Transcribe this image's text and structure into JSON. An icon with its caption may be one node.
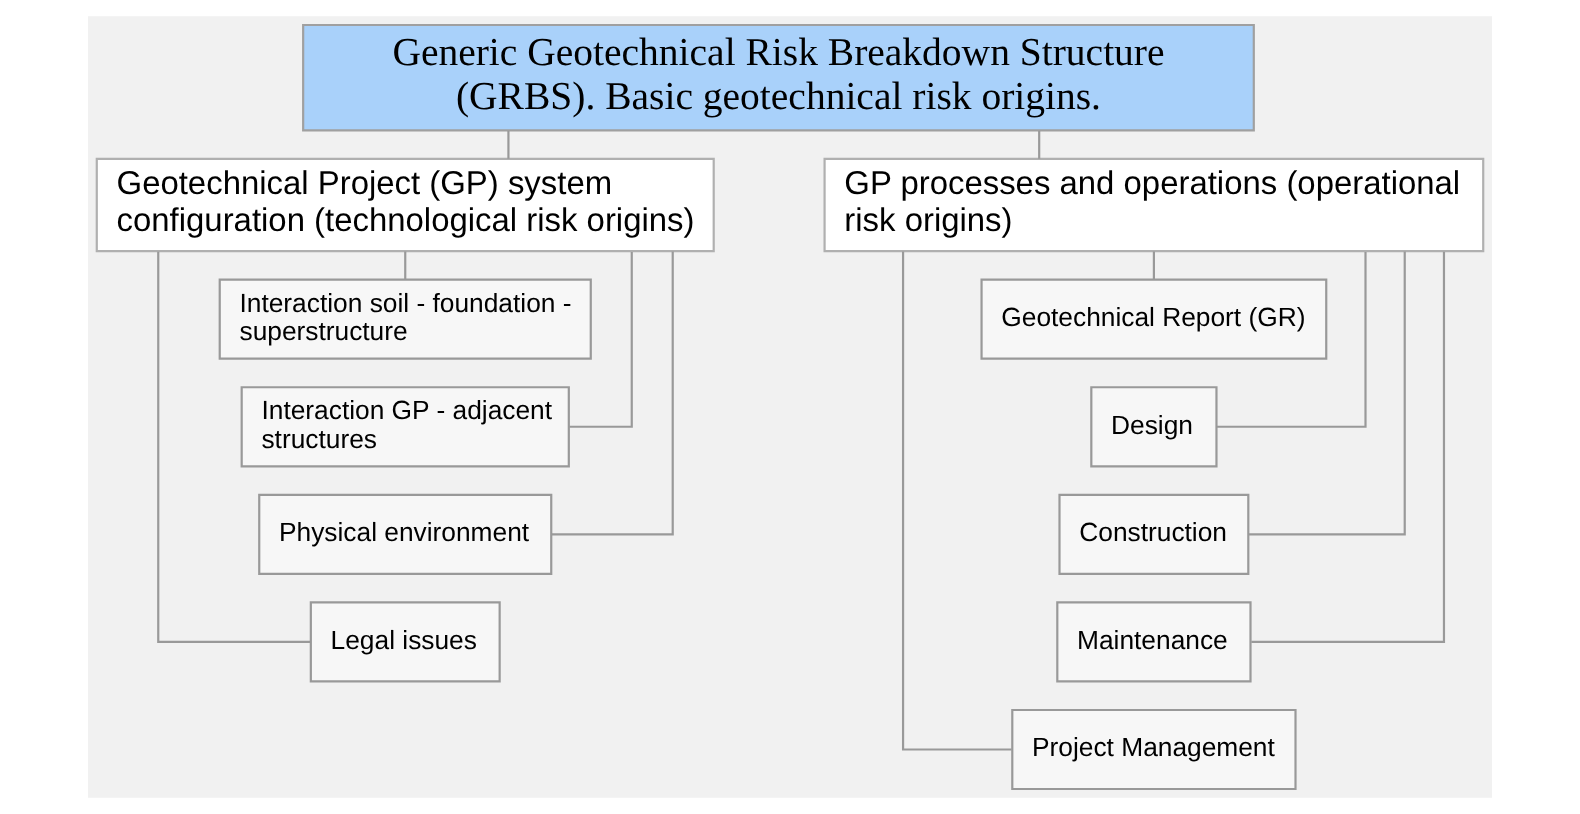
{
  "diagram": {
    "nodes": [
      {
        "text": [
          "Generic Geotechnical Risk Breakdown Structure (GRBS). Basic geotechnical risk origins."
        ]
      },
      {
        "text": [
          "Geotechnical Project (GP) system configuration (technological risk origins)"
        ]
      },
      {
        "text": [
          "GP processes and operations (operational risk origins)"
        ]
      },
      {
        "text": [
          "Interaction soil - foundation - superstructure"
        ]
      },
      {
        "text": [
          "Interaction GP - adjacent structures"
        ]
      },
      {
        "text": [
          "Physical environment"
        ]
      },
      {
        "text": [
          "Legal issues"
        ]
      },
      {
        "text": [
          "Geotechnical Report (GR)"
        ]
      },
      {
        "text": [
          "Design"
        ]
      },
      {
        "text": [
          "Construction"
        ]
      },
      {
        "text": [
          "Maintenance"
        ]
      },
      {
        "text": [
          "Project Management"
        ]
      }
    ],
    "edges": [
      {
        "from": 0,
        "to": 1,
        "arrow": "none"
      },
      {
        "from": 0,
        "to": 2,
        "arrow": "none"
      },
      {
        "from": 1,
        "to": 3,
        "arrow": "none"
      },
      {
        "from": 1,
        "to": 4,
        "arrow": "none"
      },
      {
        "from": 1,
        "to": 5,
        "arrow": "none"
      },
      {
        "from": 1,
        "to": 6,
        "arrow": "none"
      },
      {
        "from": 2,
        "to": 7,
        "arrow": "none"
      },
      {
        "from": 2,
        "to": 8,
        "arrow": "none"
      },
      {
        "from": 2,
        "to": 9,
        "arrow": "none"
      },
      {
        "from": 2,
        "to": 10,
        "arrow": "none"
      },
      {
        "from": 2,
        "to": 11,
        "arrow": "none"
      }
    ]
  }
}
